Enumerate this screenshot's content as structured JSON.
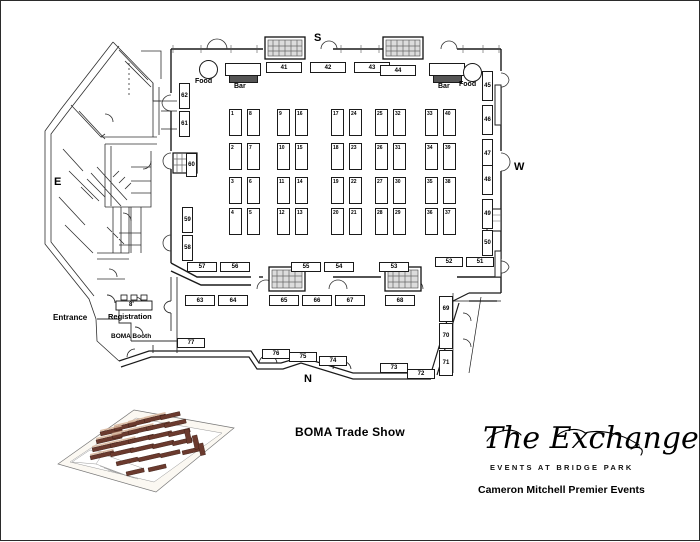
{
  "document": {
    "title": "BOMA Trade Show",
    "venue_logo_script": "The Exchange",
    "venue_logo_tagline": "EVENTS AT BRIDGE PARK",
    "venue_operator": "Cameron Mitchell Premier Events"
  },
  "compass": {
    "south": "S",
    "west": "W",
    "east": "E",
    "north": "N"
  },
  "amenities": {
    "food_left": "Food",
    "bar_left": "Bar",
    "food_right": "Food",
    "bar_right": "Bar",
    "entrance": "Entrance",
    "registration": "Registration",
    "registration_size": "8'",
    "boma_booth": "BOMA Booth"
  },
  "booth_grid": {
    "description": "Five paired columns of in-hall booths, numbered 1-40",
    "pairs": [
      {
        "left": [
          "1",
          "2",
          "3",
          "4"
        ],
        "right": [
          "8",
          "7",
          "6",
          "5"
        ]
      },
      {
        "left": [
          "9",
          "10",
          "11",
          "12"
        ],
        "right": [
          "16",
          "15",
          "14",
          "13"
        ]
      },
      {
        "left": [
          "17",
          "18",
          "19",
          "20"
        ],
        "right": [
          "24",
          "23",
          "22",
          "21"
        ]
      },
      {
        "left": [
          "25",
          "26",
          "27",
          "28"
        ],
        "right": [
          "32",
          "31",
          "30",
          "29"
        ]
      },
      {
        "left": [
          "33",
          "34",
          "35",
          "36"
        ],
        "right": [
          "40",
          "39",
          "38",
          "37"
        ]
      }
    ]
  },
  "perimeter": {
    "top": [
      "41",
      "42",
      "43",
      "44"
    ],
    "right": [
      "45",
      "46",
      "47",
      "48",
      "49",
      "50"
    ],
    "left": [
      "62",
      "61",
      "60",
      "59",
      "58"
    ],
    "lower_left": [
      "57",
      "56"
    ],
    "lower_mid_upper": [
      "55",
      "54",
      "53"
    ],
    "lower_right_upper": [
      "52",
      "51"
    ],
    "lower_row": [
      "63",
      "64",
      "65",
      "66",
      "67",
      "68"
    ],
    "right_stack": [
      "69",
      "70",
      "71"
    ],
    "bottom": [
      "72",
      "73",
      "74",
      "75",
      "76",
      "77"
    ]
  },
  "colors": {
    "ink": "#1a1a1a",
    "line": "#2f2f2f",
    "paper": "#ffffff",
    "booth_3d": "#6b3a2e"
  }
}
